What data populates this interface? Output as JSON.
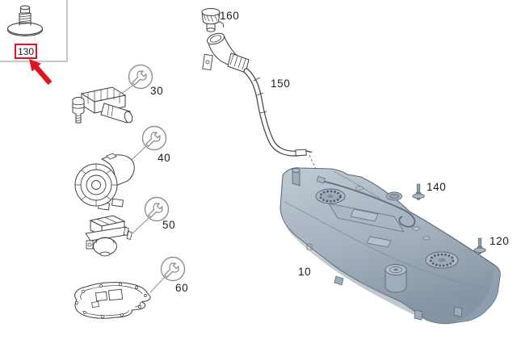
{
  "colors": {
    "accent_red": "#e2131b",
    "line_art": "#3f3f3f",
    "callout_gray": "#8f8f8f",
    "label_text": "#1c1c1c",
    "tank_light": "#c0cad4",
    "tank_mid": "#a4b0bd",
    "tank_dark": "#8695a5",
    "tank_outline": "#5c6a78"
  },
  "inset": {
    "label": "130"
  },
  "parts": {
    "p10": {
      "label": "10"
    },
    "p30": {
      "label": "30"
    },
    "p40": {
      "label": "40"
    },
    "p50": {
      "label": "50"
    },
    "p60": {
      "label": "60"
    },
    "p120": {
      "label": "120"
    },
    "p140": {
      "label": "140"
    },
    "p150": {
      "label": "150"
    },
    "p160": {
      "label": "160"
    }
  },
  "icons": {
    "service_icon": "wrench-in-circle",
    "inset_pointer": "red-arrow"
  }
}
